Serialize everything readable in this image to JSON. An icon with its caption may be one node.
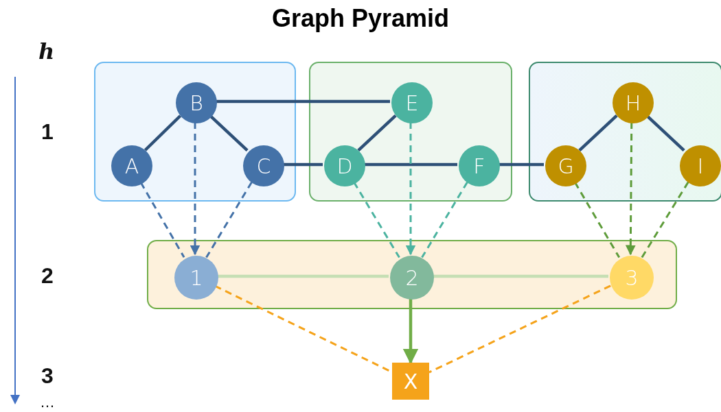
{
  "diagram": {
    "title": "Graph Pyramid",
    "nodes": [
      {
        "text": [],
        "shape": "box"
      },
      {
        "text": [
          "A"
        ],
        "in": 0
      },
      {
        "text": [
          "B"
        ],
        "in": 0
      },
      {
        "text": [
          "C"
        ],
        "in": 0
      },
      {
        "text": [],
        "shape": "box"
      },
      {
        "text": [
          "D"
        ],
        "in": 4
      },
      {
        "text": [
          "E"
        ],
        "in": 4
      },
      {
        "text": [
          "F"
        ],
        "in": 4
      },
      {
        "text": [],
        "shape": "box"
      },
      {
        "text": [
          "G"
        ],
        "in": 8
      },
      {
        "text": [
          "H"
        ],
        "in": 8
      },
      {
        "text": [
          "I"
        ],
        "in": 8
      },
      {
        "text": [],
        "shape": "box"
      },
      {
        "text": [
          "1"
        ],
        "in": 12
      },
      {
        "text": [
          "2"
        ],
        "in": 12
      },
      {
        "text": [
          "3"
        ],
        "in": 12
      },
      {
        "text": [
          "X"
        ]
      }
    ],
    "edges": [
      {
        "from": 1,
        "to": 2,
        "arrow": "none"
      },
      {
        "from": 2,
        "to": 3,
        "arrow": "none"
      },
      {
        "from": 2,
        "to": 6,
        "arrow": "none"
      },
      {
        "from": 3,
        "to": 5,
        "arrow": "none"
      },
      {
        "from": 5,
        "to": 6,
        "arrow": "none"
      },
      {
        "from": 5,
        "to": 7,
        "arrow": "none"
      },
      {
        "from": 7,
        "to": 9,
        "arrow": "none"
      },
      {
        "from": 9,
        "to": 10,
        "arrow": "none"
      },
      {
        "from": 10,
        "to": 11,
        "arrow": "none"
      },
      {
        "from": 13,
        "to": 14,
        "arrow": "none",
        "color": "#c5dfb4"
      },
      {
        "from": 14,
        "to": 15,
        "arrow": "none",
        "color": "#c5dfb4"
      },
      {
        "from": 1,
        "to": 13,
        "arrow": "none",
        "style": "dashed",
        "color": "#4472a8"
      },
      {
        "from": 2,
        "to": 13,
        "arrow": "to",
        "style": "dashed",
        "color": "#4472a8"
      },
      {
        "from": 3,
        "to": 13,
        "arrow": "none",
        "style": "dashed",
        "color": "#4472a8"
      },
      {
        "from": 5,
        "to": 14,
        "arrow": "none",
        "style": "dashed",
        "color": "#4bb3a0"
      },
      {
        "from": 6,
        "to": 14,
        "arrow": "to",
        "style": "dashed",
        "color": "#4bb3a0"
      },
      {
        "from": 7,
        "to": 14,
        "arrow": "none",
        "style": "dashed",
        "color": "#4bb3a0"
      },
      {
        "from": 9,
        "to": 15,
        "arrow": "none",
        "style": "dashed",
        "color": "#5e9c3a"
      },
      {
        "from": 10,
        "to": 15,
        "arrow": "to",
        "style": "dashed",
        "color": "#5e9c3a"
      },
      {
        "from": 11,
        "to": 15,
        "arrow": "none",
        "style": "dashed",
        "color": "#5e9c3a"
      },
      {
        "from": 13,
        "to": 16,
        "arrow": "none",
        "style": "dashed",
        "color": "#f5a31a"
      },
      {
        "from": 14,
        "to": 16,
        "arrow": "to",
        "color": "#70ad47"
      },
      {
        "from": 15,
        "to": 16,
        "arrow": "none",
        "style": "dashed",
        "color": "#f5a31a"
      }
    ],
    "labels": [
      "h",
      "1",
      "2",
      "3",
      "…"
    ]
  }
}
